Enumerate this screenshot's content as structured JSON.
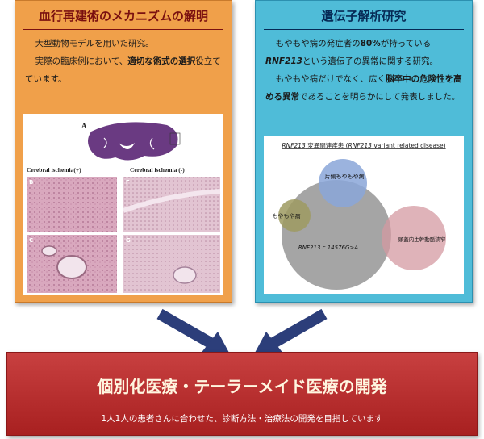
{
  "left_panel": {
    "title": "血行再建術のメカニズムの解明",
    "line1": "大型動物モデルを用いた研究。",
    "line2_pre": "実際の臨床例において、",
    "line2_bold": "適切な術式の選択",
    "line2_post": "役立てています。",
    "figure": {
      "label_A": "A",
      "label_left": "Cerebral ischemia(+)",
      "label_right": "Cerebral ischemia (-)",
      "label_B": "B",
      "label_C": "C",
      "label_F": "F",
      "label_G": "G"
    }
  },
  "right_panel": {
    "title": "遺伝子解析研究",
    "line1_pre": "もやもや病の発症者の",
    "line1_bold": "80%",
    "line1_post": "が持っている",
    "line2_gene": "RNF213",
    "line2_post": "という遺伝子の異常に関する研究。",
    "line3_pre": "もやもや病だけでなく、広く",
    "line3_bold": "脳卒中の危険性を高める異常",
    "line3_post": "であることを明らかにして発表しました。",
    "venn": {
      "heading_gene": "RNF213",
      "heading_mid": " 変異関連疾患 (",
      "heading_gene2": "RNF213",
      "heading_end": " variant related disease)",
      "circle_top": "片側もやもや病",
      "circle_left": "もやもや病",
      "circle_right": "頭蓋内主幹動脈狭窄",
      "circle_main": "RNF213 c.14576G>A"
    }
  },
  "bottom": {
    "title": "個別化医療・テーラーメイド医療の開発",
    "subtitle": "1人1人の患者さんに合わせた、診断方法・治療法の開発を目指しています"
  },
  "colors": {
    "left_panel": "#f0a04a",
    "right_panel": "#4fbcd8",
    "bottom_box": "#b83030",
    "arrow": "#2c3e7a"
  }
}
